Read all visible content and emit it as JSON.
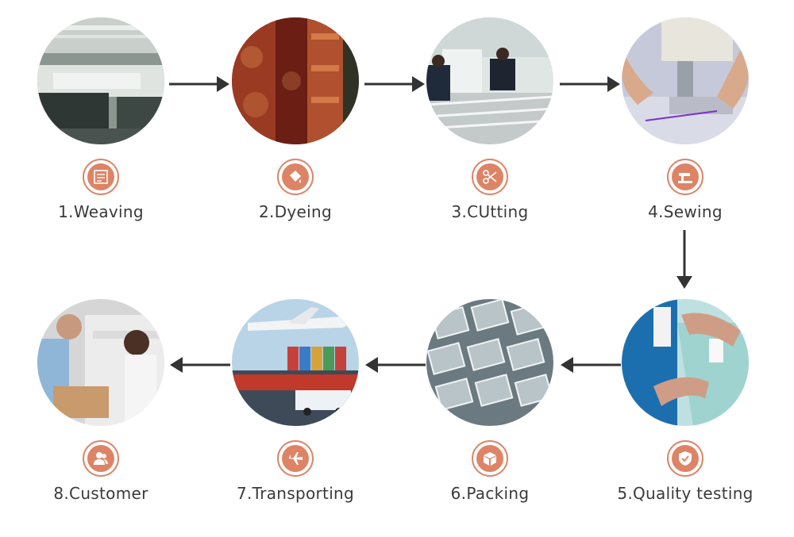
{
  "colors": {
    "accent": "#dd8466",
    "arrow": "#333333",
    "text": "#3a3a3a"
  },
  "steps": [
    {
      "label": "1.Weaving",
      "icon": "loom-icon",
      "photo": "weaving-factory-photo"
    },
    {
      "label": "2.Dyeing",
      "icon": "paint-bucket-icon",
      "photo": "dyed-fabric-photo"
    },
    {
      "label": "3.CUtting",
      "icon": "scissors-icon",
      "photo": "cutting-workers-photo"
    },
    {
      "label": "4.Sewing",
      "icon": "sewing-machine-icon",
      "photo": "sewing-machine-photo"
    },
    {
      "label": "5.Quality testing",
      "icon": "shield-check-icon",
      "photo": "quality-inspection-photo"
    },
    {
      "label": "6.Packing",
      "icon": "box-icon",
      "photo": "packed-goods-photo"
    },
    {
      "label": "7.Transporting",
      "icon": "airplane-icon",
      "photo": "cargo-transport-photo"
    },
    {
      "label": "8.Customer",
      "icon": "users-icon",
      "photo": "customer-delivery-photo"
    }
  ]
}
